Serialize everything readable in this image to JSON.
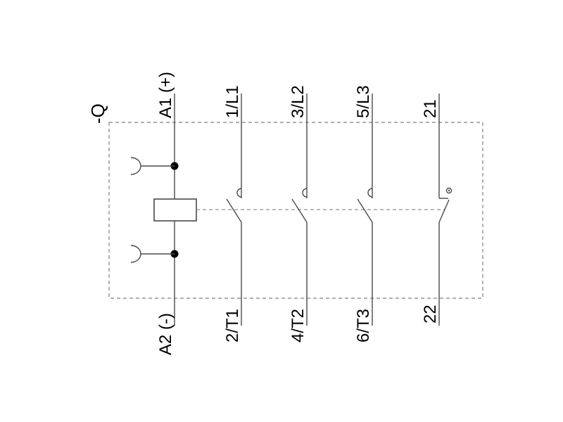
{
  "device_label": "-Q",
  "top_terminals": [
    "A1 (+)",
    "1/L1",
    "3/L2",
    "5/L3",
    "21"
  ],
  "bottom_terminals": [
    "A2 (-)",
    "2/T1",
    "4/T2",
    "6/T3",
    "22"
  ],
  "colors": {
    "line": "#4a4a4a",
    "dashed": "#808080",
    "text": "#000000"
  }
}
